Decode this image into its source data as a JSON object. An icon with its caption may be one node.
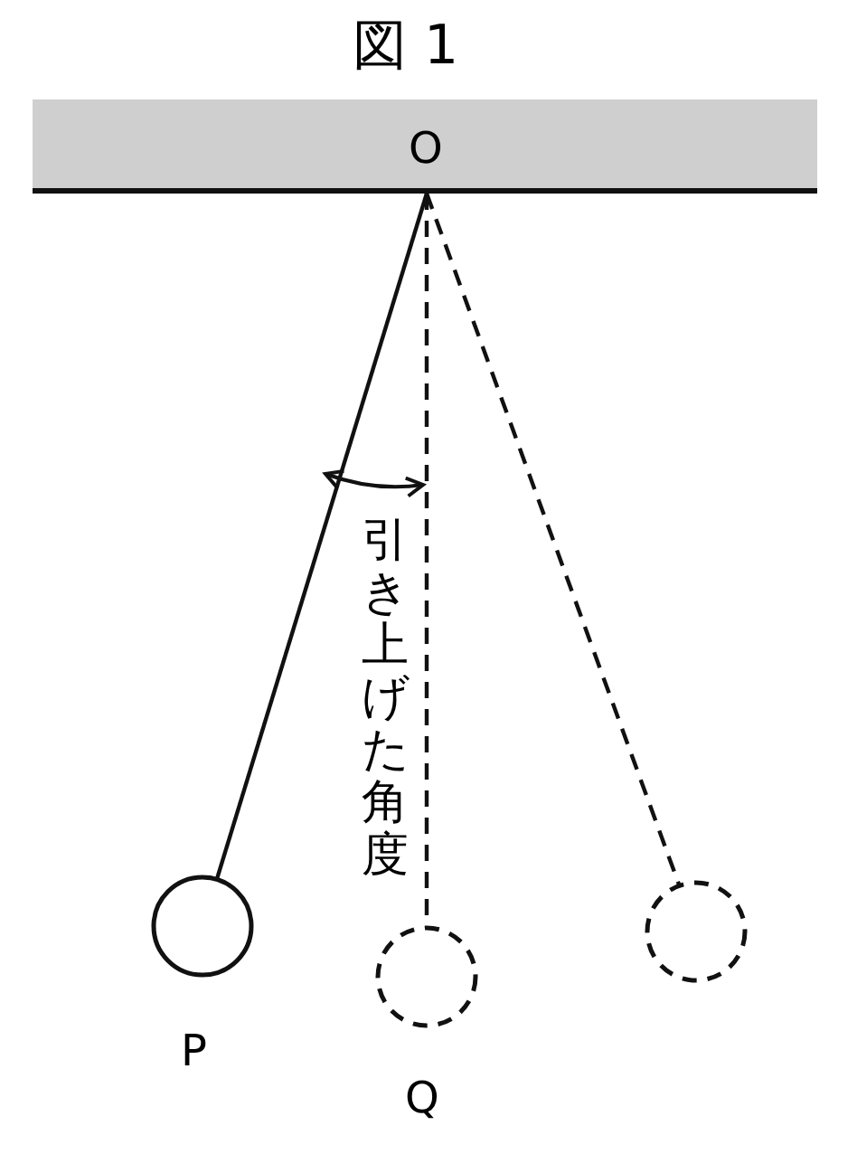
{
  "diagram": {
    "title": "図 1",
    "nodes": [
      {
        "text": [
          "O"
        ]
      },
      {
        "text": [],
        "shape": "circle",
        "beside": [
          "P"
        ]
      },
      {
        "text": [],
        "shape": "circle",
        "beside": [
          "Q"
        ]
      },
      {
        "text": [],
        "shape": "circle"
      }
    ],
    "edges": [
      {
        "from": 0,
        "to": 1,
        "arrow": "none"
      },
      {
        "from": 0,
        "to": 2,
        "arrow": "none",
        "style": "dashed"
      },
      {
        "from": 0,
        "to": 3,
        "arrow": "none",
        "style": "dashed"
      }
    ],
    "labels": [
      "引き上げた角度"
    ]
  }
}
